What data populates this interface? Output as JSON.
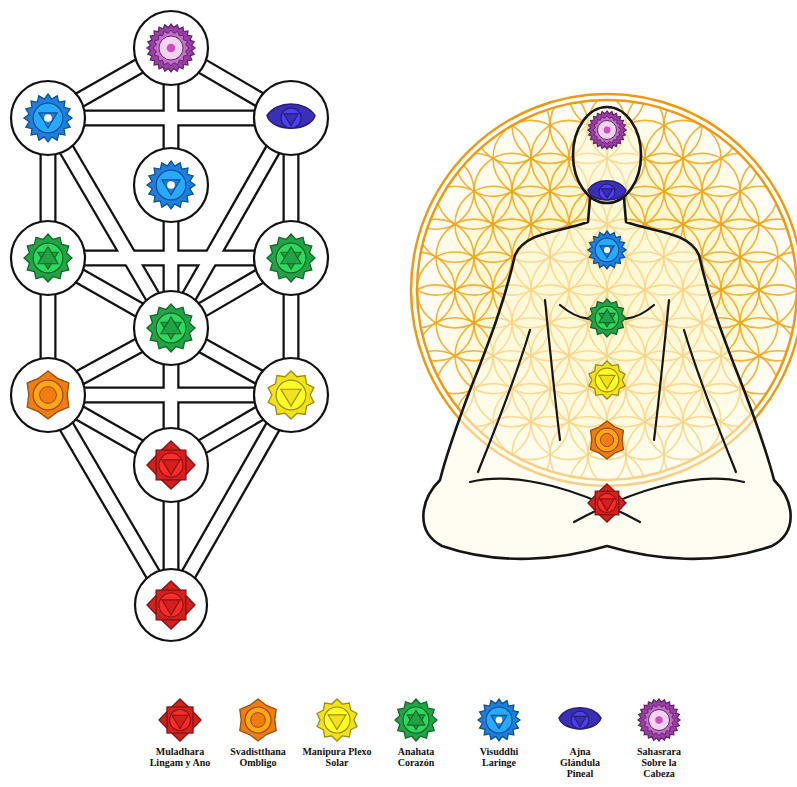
{
  "diagram": {
    "legend": [
      {
        "text": "Muladhara Lingam y Ano"
      },
      {
        "text": "Svadistthana Ombligo"
      },
      {
        "text": "Manipura Plexo Solar"
      },
      {
        "text": "Anahata Corazón"
      },
      {
        "text": "Visuddhi Laringe"
      },
      {
        "text": "Ajna Glándula Pineal"
      },
      {
        "text": "Sahasrara Sobre la Cabeza"
      }
    ]
  }
}
